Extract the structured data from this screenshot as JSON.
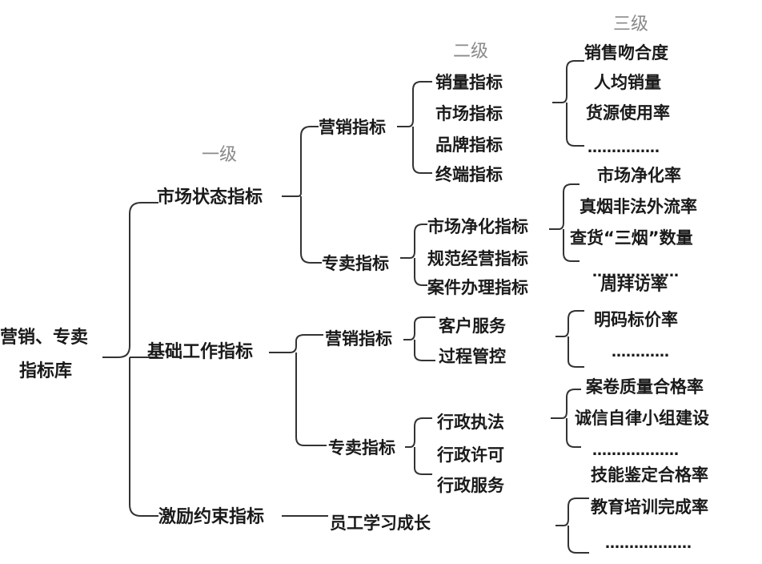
{
  "level_labels": {
    "first": "一级",
    "second": "二级",
    "third": "三级"
  },
  "root": {
    "line1": "营销、专卖",
    "line2": "指标库"
  },
  "tier1": {
    "market_status": "市场状态指标",
    "basic_work": "基础工作指标",
    "incentive": "激励约束指标"
  },
  "market_status": {
    "marketing": {
      "label": "营销指标",
      "items": [
        "销量指标",
        "市场指标",
        "品牌指标",
        "终端指标"
      ],
      "level3": [
        "销售吻合度",
        "人均销量",
        "货源使用率",
        "……………"
      ]
    },
    "monopoly": {
      "label": "专卖指标",
      "items": [
        "市场净化指标",
        "规范经营指标",
        "案件办理指标"
      ],
      "level3": [
        "市场净化率",
        "真烟非法外流率",
        "查货“三烟”数量",
        "………………"
      ]
    }
  },
  "basic_work": {
    "marketing": {
      "label": "营销指标",
      "items": [
        "客户服务",
        "过程管控"
      ],
      "level3": [
        "周拜访率",
        "明码标价率",
        "…………"
      ]
    },
    "monopoly": {
      "label": "专卖指标",
      "items": [
        "行政执法",
        "行政许可",
        "行政服务"
      ],
      "level3": [
        "案卷质量合格率",
        "诚信自律小组建设",
        "………………"
      ]
    }
  },
  "incentive": {
    "item": "员工学习成长",
    "level3": [
      "技能鉴定合格率",
      "教育培训完成率",
      "………………"
    ]
  },
  "colors": {
    "text": "#1a1a1a",
    "line": "#333333",
    "level_label": "#8a8a8a",
    "background": "#ffffff"
  }
}
